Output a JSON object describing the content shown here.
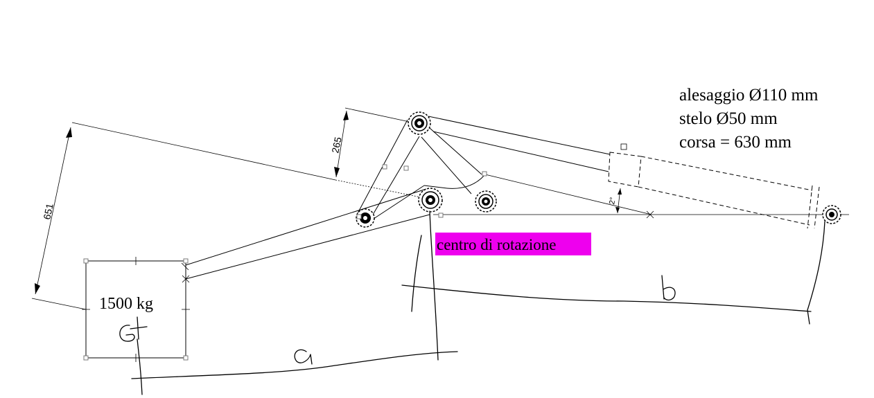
{
  "specs": {
    "bore": "alesaggio Ø110 mm",
    "rod": "stelo Ø50 mm",
    "stroke": "corsa = 630 mm"
  },
  "load": {
    "mass": "1500 kg"
  },
  "pivot": {
    "label": "centro di rotazione",
    "highlight_color": "#ee00ee"
  },
  "dimensions": {
    "d651": "651",
    "d265": "265",
    "angle_mark": "2°"
  },
  "handwriting": {
    "a": "a",
    "b": "b",
    "g": "G"
  }
}
